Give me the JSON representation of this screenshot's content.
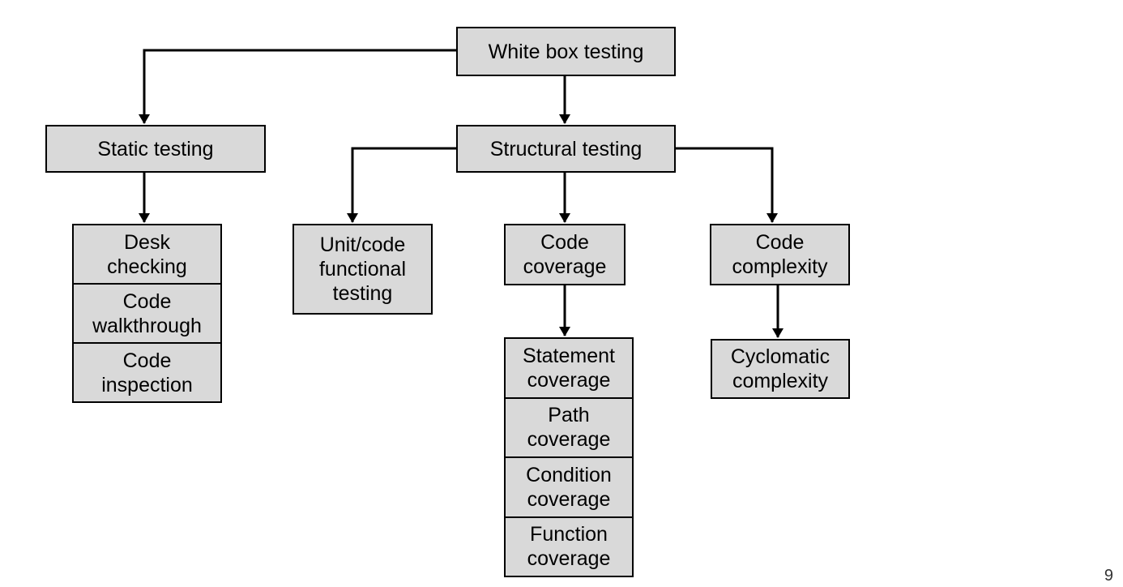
{
  "diagram": {
    "root": {
      "label": "White box testing"
    },
    "static_testing": {
      "label": "Static testing",
      "children": [
        {
          "label": "Desk\nchecking"
        },
        {
          "label": "Code\nwalkthrough"
        },
        {
          "label": "Code\ninspection"
        }
      ]
    },
    "structural_testing": {
      "label": "Structural testing",
      "unit_functional": {
        "label": "Unit/code\nfunctional\ntesting"
      },
      "code_coverage": {
        "label": "Code\ncoverage",
        "children": [
          {
            "label": "Statement\ncoverage"
          },
          {
            "label": "Path\ncoverage"
          },
          {
            "label": "Condition\ncoverage"
          },
          {
            "label": "Function\ncoverage"
          }
        ]
      },
      "code_complexity": {
        "label": "Code\ncomplexity",
        "children": [
          {
            "label": "Cyclomatic\ncomplexity"
          }
        ]
      }
    }
  },
  "page_number": "9",
  "colors": {
    "box_fill": "#d9d9d9",
    "box_border": "#000000",
    "connector": "#000000"
  }
}
